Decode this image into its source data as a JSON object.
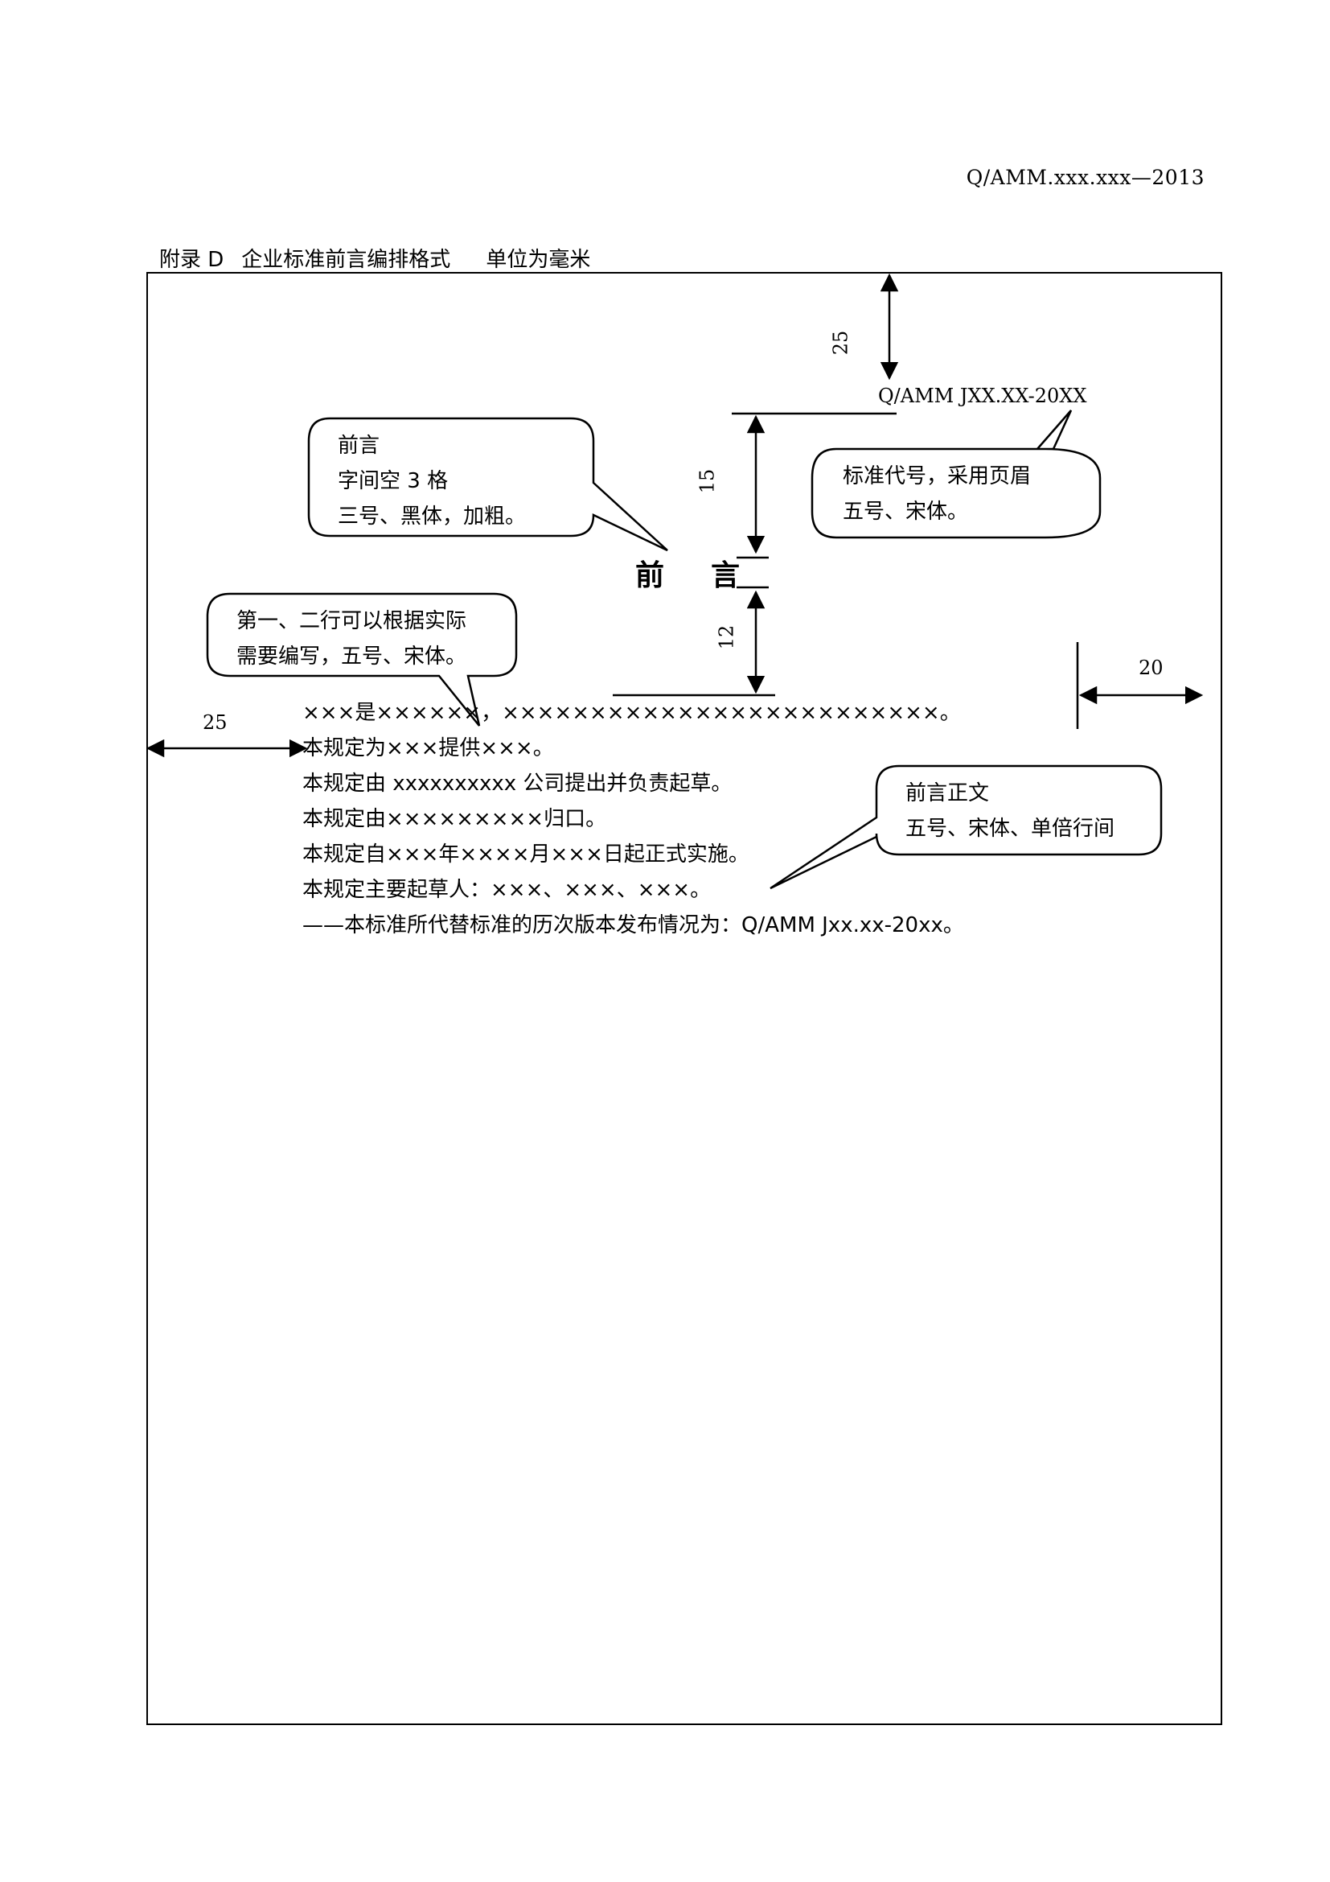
{
  "header": {
    "code": "Q/AMM.xxx.xxx—2013"
  },
  "appendix": {
    "label": "附录 D",
    "title": "企业标准前言编排格式",
    "unit": "单位为毫米"
  },
  "sample": {
    "standard_code": "Q/AMM JXX.XX-20XX",
    "preface_title": "前言",
    "dimensions": {
      "top_margin": "25",
      "code_to_title": "15",
      "title_to_body": "12",
      "right_margin": "20",
      "left_margin": "25"
    },
    "callouts": {
      "title_format": [
        "前言",
        "字间空 3 格",
        "三号、黑体，加粗。"
      ],
      "code_format": [
        "标准代号，采用页眉",
        "五号、宋体。"
      ],
      "first_lines": [
        "第一、二行可以根据实际",
        "需要编写，五号、宋体。"
      ],
      "body_format": [
        "前言正文",
        "五号、宋体、单倍行间"
      ]
    },
    "body_lines": [
      "×××是××××××，×××××××××××××××××××××××××。",
      "本规定为×××提供×××。",
      "本规定由 xxxxxxxxxx 公司提出并负责起草。",
      "本规定由×××××××××归口。",
      "本规定自×××年××××月×××日起正式实施。",
      "本规定主要起草人：×××、×××、×××。",
      "——本标准所代替标准的历次版本发布情况为：Q/AMM Jxx.xx-20xx。"
    ]
  }
}
